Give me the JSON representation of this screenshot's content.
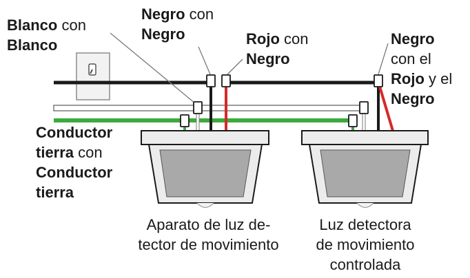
{
  "labels": {
    "blanco_con_blanco": {
      "bold1": "Blanco",
      "plain1": " con",
      "bold2": "Blanco"
    },
    "negro_con_negro": {
      "bold1": "Negro",
      "plain1": " con",
      "bold2": "Negro"
    },
    "rojo_con_negro": {
      "bold1": "Rojo",
      "plain1": " con",
      "bold2": "Negro"
    },
    "negro_rojo_negro": {
      "bold1": "Negro",
      "plain1": "con el",
      "bold2": "Rojo",
      "plain2": " y el",
      "bold3": "Negro"
    },
    "conductor_tierra": {
      "bold1": "Conductor",
      "bold2": "tierra",
      "plain1": " con",
      "bold3": "Conductor",
      "bold4": "tierra"
    }
  },
  "captions": {
    "left_fixture": {
      "line1": "Aparato de luz de-",
      "line2": "tector de movimiento"
    },
    "right_fixture": {
      "line1": "Luz detectora",
      "line2": "de movimiento",
      "line3": "controlada"
    }
  },
  "colors": {
    "black_wire": "#1a1a1a",
    "white_wire": "#ffffff",
    "red_wire": "#d42a2a",
    "ground_wire": "#3caa3c",
    "fixture_body": "#ececec",
    "fixture_lens": "#a9a9a9"
  }
}
